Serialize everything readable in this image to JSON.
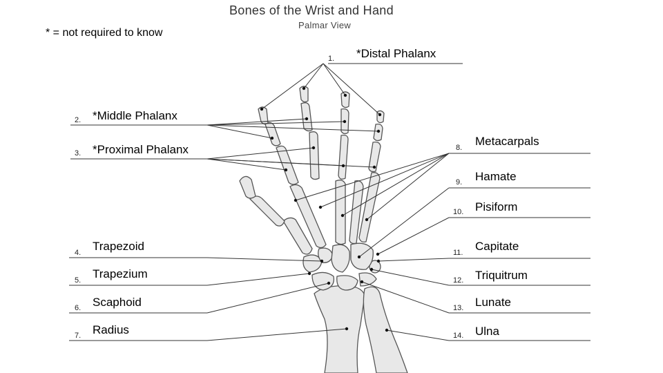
{
  "title": "Bones of the Wrist and Hand",
  "subtitle": "Palmar View",
  "note": "* = not required to know",
  "labels": [
    {
      "number": "1.",
      "text": "*Distal Phalanx"
    },
    {
      "number": "2.",
      "text": "*Middle Phalanx"
    },
    {
      "number": "3.",
      "text": "*Proximal Phalanx"
    },
    {
      "number": "4.",
      "text": "Trapezoid"
    },
    {
      "number": "5.",
      "text": "Trapezium"
    },
    {
      "number": "6.",
      "text": "Scaphoid"
    },
    {
      "number": "7.",
      "text": "Radius"
    },
    {
      "number": "8.",
      "text": "Metacarpals"
    },
    {
      "number": "9.",
      "text": "Hamate"
    },
    {
      "number": "10.",
      "text": "Pisiform"
    },
    {
      "number": "11.",
      "text": "Capitate"
    },
    {
      "number": "12.",
      "text": "Triquitrum"
    },
    {
      "number": "13.",
      "text": "Lunate"
    },
    {
      "number": "14.",
      "text": "Ulna"
    }
  ],
  "colors": {
    "bone_fill": "#e8e8e8",
    "bone_stroke": "#555555",
    "leader": "#333333"
  }
}
